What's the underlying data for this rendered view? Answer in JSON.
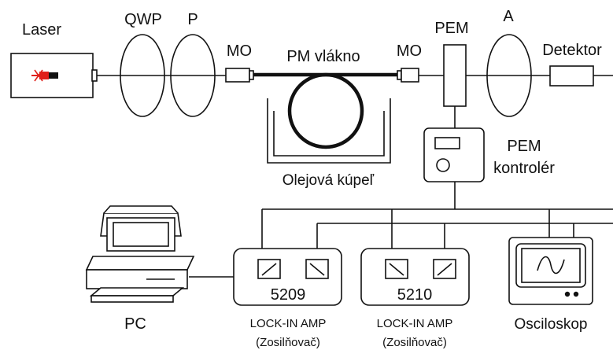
{
  "labels": {
    "laser": "Laser",
    "qwp": "QWP",
    "p": "P",
    "mo_left": "MO",
    "pm_fiber": "PM vlákno",
    "mo_right": "MO",
    "pem": "PEM",
    "a": "A",
    "detector": "Detektor",
    "oil_bath": "Olejová kúpeľ",
    "pem_controller_line1": "PEM",
    "pem_controller_line2": "kontrolér",
    "pc": "PC",
    "lockin1_number": "5209",
    "lockin1_name": "LOCK-IN AMP",
    "lockin1_sub": "(Zosilňovač)",
    "lockin2_number": "5210",
    "lockin2_name": "LOCK-IN AMP",
    "lockin2_sub": "(Zosilňovač)",
    "oscilloscope": "Osciloskop"
  },
  "colors": {
    "line": "#111111",
    "laser_beam": "#e0201a"
  }
}
